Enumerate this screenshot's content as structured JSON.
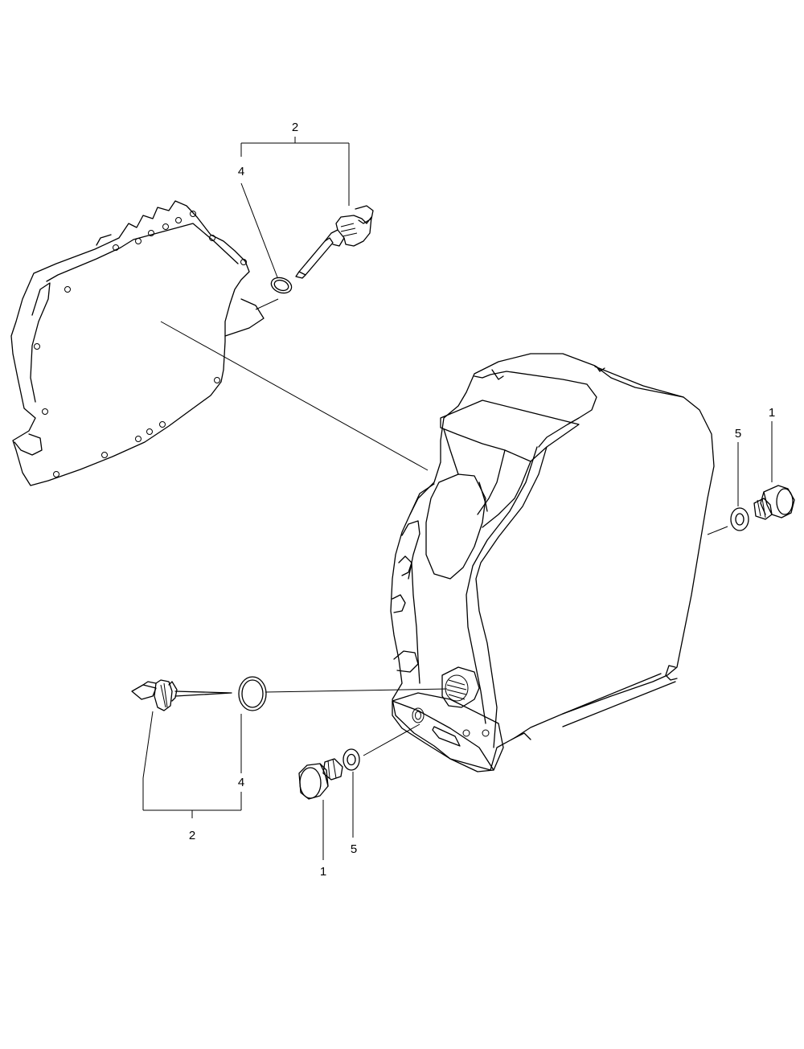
{
  "callouts": {
    "top_2": "2",
    "top_4": "4",
    "right_5": "5",
    "right_1": "1",
    "bottom_left_4": "4",
    "bottom_left_2": "2",
    "bottom_1": "1",
    "bottom_5": "5"
  },
  "colors": {
    "stroke": "#000000",
    "background": "#ffffff"
  }
}
